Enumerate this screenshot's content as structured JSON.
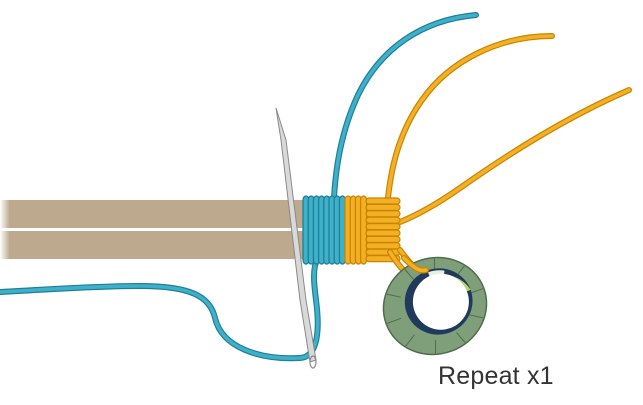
{
  "caption": "Repeat x1",
  "colors": {
    "rod": "#bda98d",
    "rod_shade": "#a89478",
    "blue_cord": "#3fb0c9",
    "blue_cord_dark": "#1e7f96",
    "orange_cord": "#f4b024",
    "orange_cord_dark": "#c98400",
    "needle": "#d4d4d4",
    "ring_outer": "#7f9e7a",
    "ring_inner_dark": "#203a5c",
    "ring_highlight": "#b9d66b",
    "background": "#ffffff"
  },
  "icons": [
    "rods",
    "blue-cord",
    "orange-cord",
    "needle",
    "wrap-coils",
    "keyring"
  ]
}
